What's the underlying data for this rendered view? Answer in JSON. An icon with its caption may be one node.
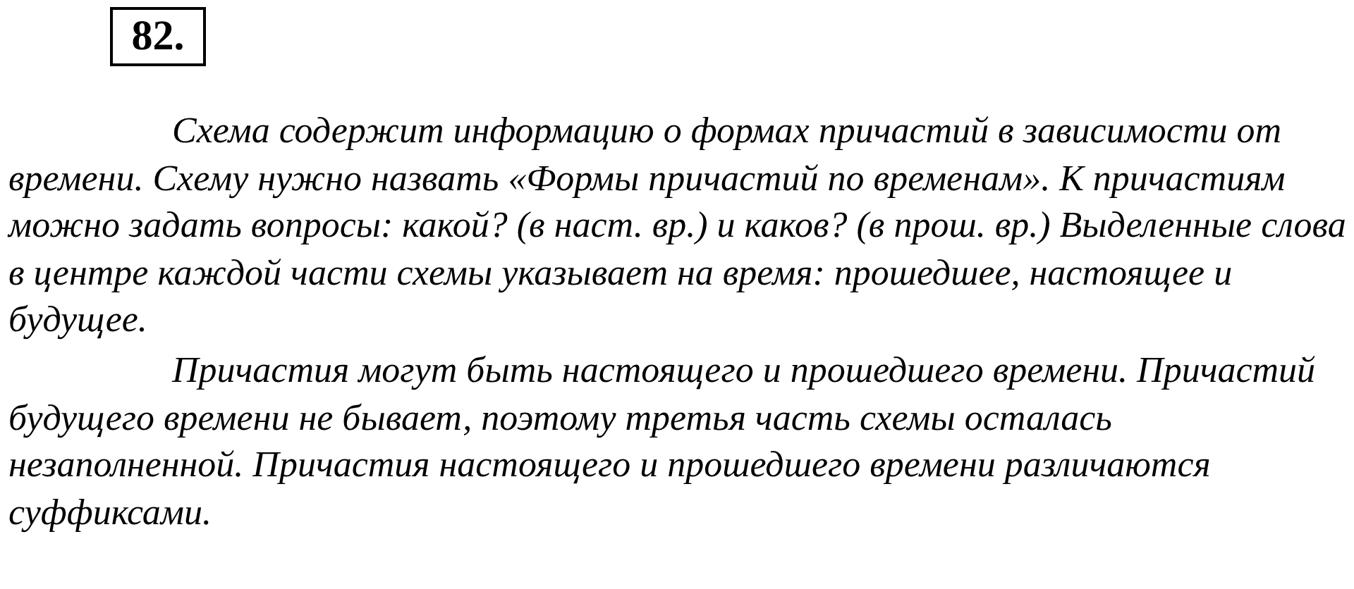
{
  "diagram": {
    "nodes": [
      {
        "text": [
          "82."
        ]
      }
    ],
    "labels": [
      "Схема содержит информацию о формах причастий в зависимости от времени. Схему нужно назвать «Формы причастий по временам». К причастиям можно задать вопросы: какой? (в наст. вр.) и каков? (в прош. вр.) Выделенные слова в центре каждой части схемы указывает на время: прошедшее, настоящее и будущее.",
      "Причастия могут быть настоящего и прошедшего времени. Причастий будущего времени не бывает, поэтому третья часть схемы осталась незаполненной. Причастия настоящего и прошедшего времени различаются суффиксами."
    ]
  }
}
